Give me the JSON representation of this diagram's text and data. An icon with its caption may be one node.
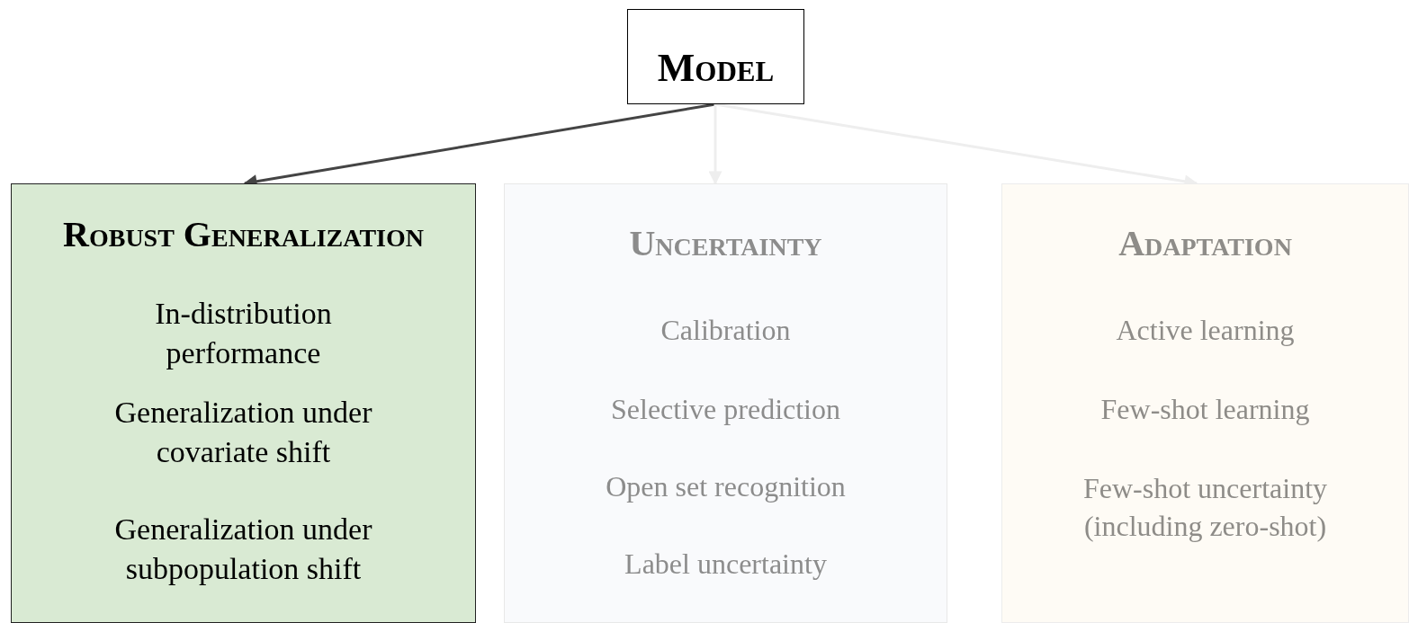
{
  "diagram": {
    "nodes": [
      {
        "text": [
          "Model"
        ]
      },
      {
        "text": [
          "Robust Generalization",
          "In-distribution performance",
          "Generalization under covariate shift",
          "Generalization under subpopulation shift"
        ]
      },
      {
        "text": [
          "Uncertainty",
          "Calibration",
          "Selective prediction",
          "Open set recognition",
          "Label uncertainty"
        ]
      },
      {
        "text": [
          "Adaptation",
          "Active learning",
          "Few-shot learning",
          "Few-shot uncertainty (including zero-shot)"
        ]
      }
    ],
    "edges": [
      {
        "from": 0,
        "to": 1,
        "arrow": "to",
        "color": "#444444"
      },
      {
        "from": 0,
        "to": 2,
        "arrow": "to",
        "color": "#eeeeee"
      },
      {
        "from": 0,
        "to": 3,
        "arrow": "to",
        "color": "#eeeeee"
      }
    ]
  }
}
